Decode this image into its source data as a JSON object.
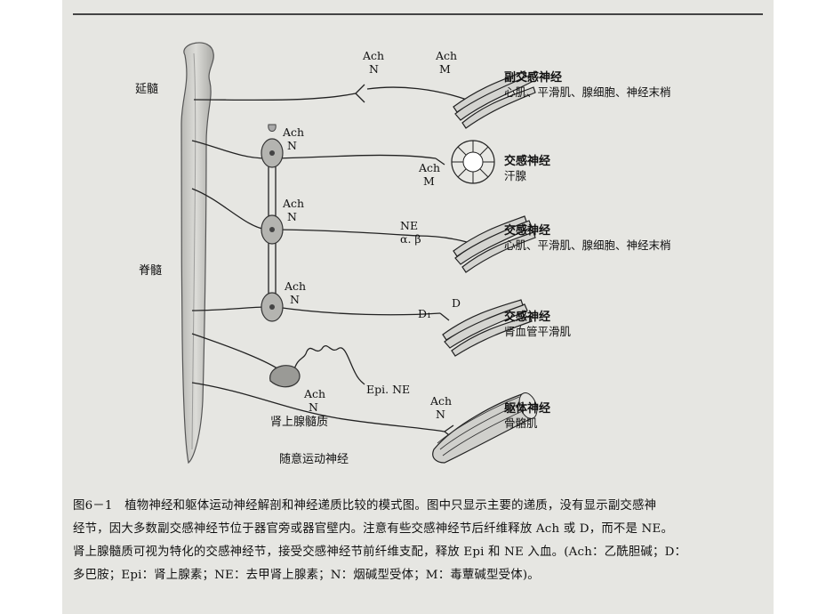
{
  "figure": {
    "labels": {
      "medulla": "延髓",
      "spinal_cord": "脊髓",
      "adrenal_medulla": "肾上腺髓质",
      "somatic_motor_nerve": "随意运动神经"
    },
    "transmitters": {
      "para_pre": [
        "Ach",
        "N"
      ],
      "para_post": [
        "Ach",
        "M"
      ],
      "symp1_pre": [
        "Ach",
        "N"
      ],
      "symp1_post": [
        "Ach",
        "M"
      ],
      "symp2_pre": [
        "Ach",
        "N"
      ],
      "symp2_post": [
        "NE",
        "α. β"
      ],
      "symp3_pre": [
        "Ach",
        "N"
      ],
      "symp3_post_receptor": "D₁",
      "symp3_post": "D",
      "adrenal_pre": [
        "Ach",
        "N"
      ],
      "adrenal_release": "Epi. NE",
      "somatic": [
        "Ach",
        "N"
      ]
    },
    "organs": [
      {
        "title": "副交感神经",
        "desc": "心肌、平滑肌、腺细胞、神经末梢"
      },
      {
        "title": "交感神经",
        "desc": "汗腺"
      },
      {
        "title": "交感神经",
        "desc": "心肌、平滑肌、腺细胞、神经末梢"
      },
      {
        "title": "交感神经",
        "desc": "肾血管平滑肌"
      },
      {
        "title": "躯体神经",
        "desc": "骨骼肌"
      }
    ]
  },
  "caption": {
    "lines": [
      "图6－1　植物神经和躯体运动神经解剖和神经递质比较的模式图。图中只显示主要的递质，没有显示副交感神",
      "经节，因大多数副交感神经节位于器官旁或器官壁内。注意有些交感神经节后纤维释放 Ach 或 D，而不是 NE。",
      "肾上腺髓质可视为特化的交感神经节，接受交感神经节前纤维支配，释放 Epi 和 NE 入血。(Ach：乙酰胆碱；D：",
      "多巴胺；Epi：肾上腺素；NE：去甲肾上腺素；N：烟碱型受体；M：毒蕈碱型受体)。"
    ]
  }
}
